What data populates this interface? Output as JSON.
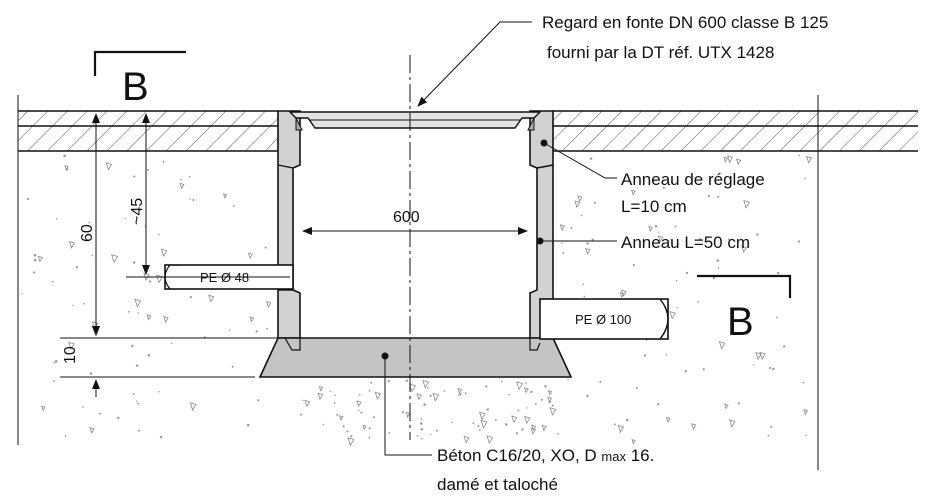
{
  "labels": {
    "regard_line1": "Regard en fonte DN 600 classe B 125",
    "regard_line2": "fourni par la DT réf. UTX 1428",
    "anneau_reglage_line1": "Anneau de réglage",
    "anneau_reglage_line2": "L=10 cm",
    "anneau_50": "Anneau L=50 cm",
    "beton_line1_a": "Béton C16/20, XO, D ",
    "beton_line1_sub": "max",
    "beton_line1_b": " 16.",
    "beton_line2": "damé et taloché"
  },
  "section_marks": {
    "left": "B",
    "right": "B"
  },
  "dimensions": {
    "width": "600",
    "depth_total": "60",
    "depth_pipe": "~45",
    "base": "10"
  },
  "pipes": {
    "left": "PE Ø 48",
    "right": "PE Ø 100"
  },
  "colors": {
    "ring_fill": "#d2d2d2",
    "base_fill": "#c4c4c4",
    "ink": "#111111",
    "soil_dot": "#9a9a9a"
  }
}
